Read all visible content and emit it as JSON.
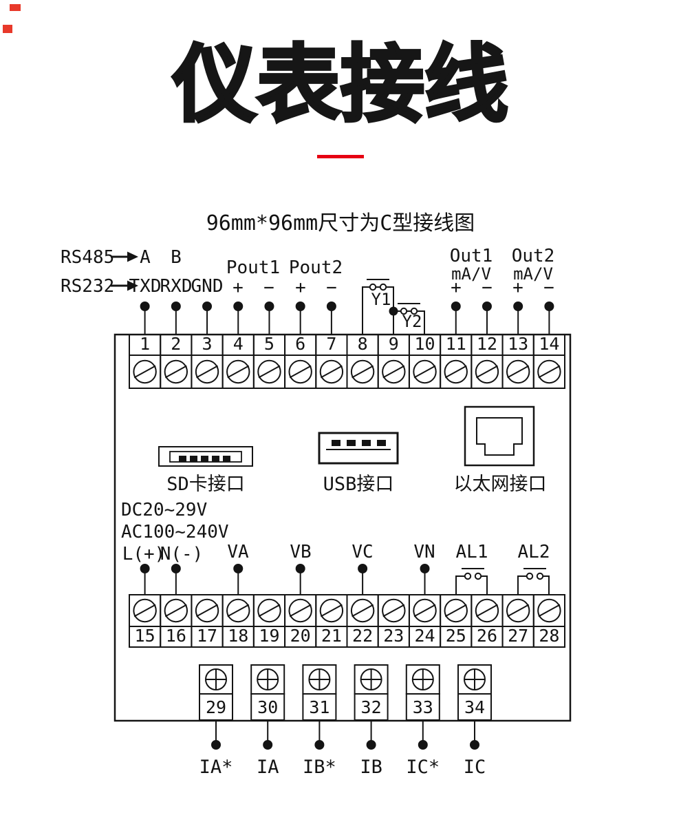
{
  "title": "仪表接线",
  "subtitle": "96mm*96mm尺寸为C型接线图",
  "colors": {
    "ink": "#141414",
    "accent_red": "#e60012"
  },
  "top": {
    "rs485_label": "RS485",
    "rs232_label": "RS232",
    "rs485_pins": [
      "A",
      "B"
    ],
    "rs232_pins": [
      "TXD",
      "RXD",
      "GND"
    ],
    "pout1_label": "Pout1",
    "pout2_label": "Pout2",
    "out1_label": "Out1",
    "out2_label": "Out2",
    "ma_v_label": "mA/V",
    "plus": "+",
    "minus": "−",
    "y1_label": "Y1",
    "y2_label": "Y2"
  },
  "interfaces": {
    "sd_label": "SD卡接口",
    "usb_label": "USB接口",
    "ethernet_label": "以太网接口"
  },
  "power": {
    "dc_label": "DC20~29V",
    "ac_label": "AC100~240V",
    "line_label": "L(+)",
    "neutral_label": "N(-)",
    "voltage_labels": [
      "VA",
      "VB",
      "VC",
      "VN"
    ],
    "alarm_labels": [
      "AL1",
      "AL2"
    ]
  },
  "terminals": {
    "row1": [
      "1",
      "2",
      "3",
      "4",
      "5",
      "6",
      "7",
      "8",
      "9",
      "10",
      "11",
      "12",
      "13",
      "14"
    ],
    "row2": [
      "15",
      "16",
      "17",
      "18",
      "19",
      "20",
      "21",
      "22",
      "23",
      "24",
      "25",
      "26",
      "27",
      "28"
    ],
    "ct_row": [
      "29",
      "30",
      "31",
      "32",
      "33",
      "34"
    ],
    "ct_labels": [
      "IA*",
      "IA",
      "IB*",
      "IB",
      "IC*",
      "IC"
    ]
  }
}
